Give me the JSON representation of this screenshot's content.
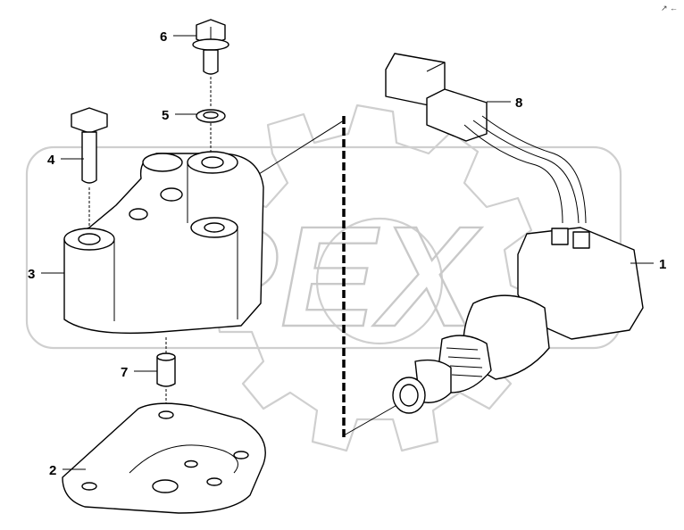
{
  "watermark": {
    "text": "OPEX"
  },
  "corner_mark": "↗ ←",
  "callouts": [
    {
      "id": "1",
      "label": "1",
      "part": "solenoid-valve"
    },
    {
      "id": "2",
      "label": "2",
      "part": "mounting-plate"
    },
    {
      "id": "3",
      "label": "3",
      "part": "valve-housing"
    },
    {
      "id": "4",
      "label": "4",
      "part": "long-bolt"
    },
    {
      "id": "5",
      "label": "5",
      "part": "washer"
    },
    {
      "id": "6",
      "label": "6",
      "part": "flange-bolt"
    },
    {
      "id": "7",
      "label": "7",
      "part": "dowel-pin"
    },
    {
      "id": "8",
      "label": "8",
      "part": "connector-harness"
    }
  ],
  "colors": {
    "line": "#000000",
    "watermark": "#cfcfcf",
    "background": "#ffffff"
  }
}
